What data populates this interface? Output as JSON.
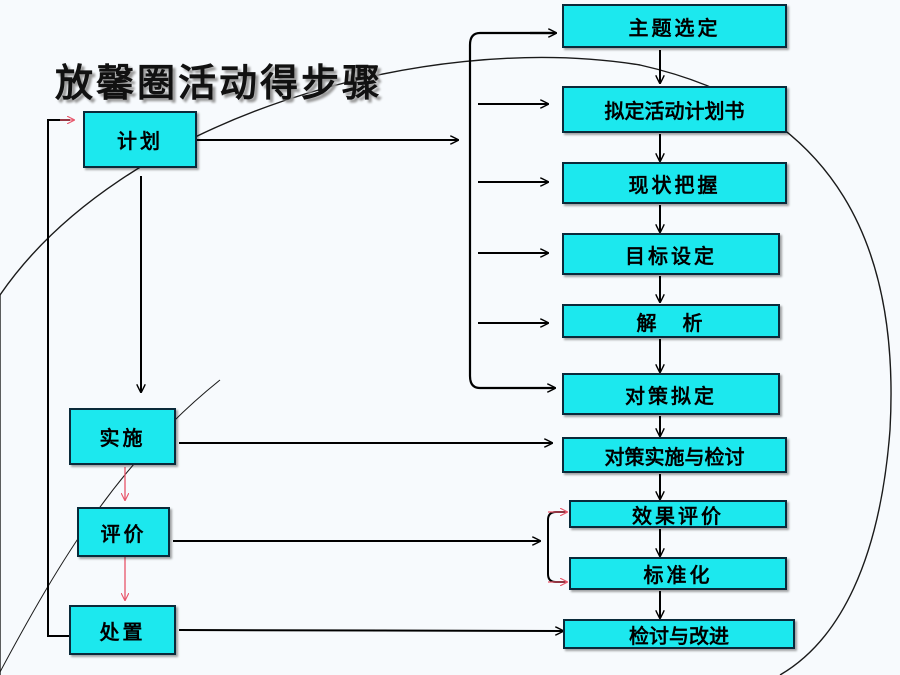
{
  "title": "放馨圈活动得步骤",
  "phases": {
    "plan": "计划",
    "do": "实施",
    "check": "评价",
    "act": "处置"
  },
  "steps": [
    "主题选定",
    "拟定活动计划书",
    "现状把握",
    "目标设定",
    "解　析",
    "对策拟定",
    "对策实施与检讨",
    "效果评价",
    "标准化",
    "检讨与改进"
  ],
  "colors": {
    "box_fill": "#1ce8ee",
    "box_border": "#0a2a3a",
    "arrow": "#000000",
    "feedback_arrow": "#e8556a",
    "background": "#f7fafd"
  }
}
